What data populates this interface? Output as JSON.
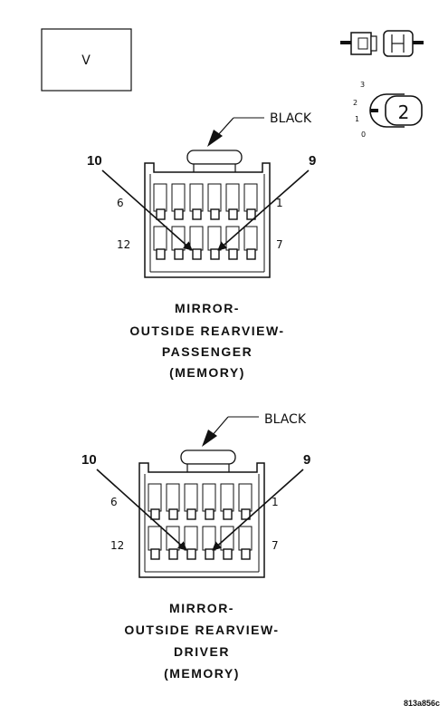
{
  "view_box": {
    "label": "V"
  },
  "legend": {
    "connector_number": "2",
    "scale_marks": [
      "3",
      "2",
      "1",
      "0"
    ]
  },
  "connectors": [
    {
      "color_label": "BLACK",
      "pin_left": "10",
      "pin_right": "9",
      "row_top_left": "6",
      "row_top_right": "1",
      "row_bottom_left": "12",
      "row_bottom_right": "7",
      "title_lines": [
        "MIRROR-",
        "OUTSIDE REARVIEW-",
        "PASSENGER",
        "(MEMORY)"
      ]
    },
    {
      "color_label": "BLACK",
      "pin_left": "10",
      "pin_right": "9",
      "row_top_left": "6",
      "row_top_right": "1",
      "row_bottom_left": "12",
      "row_bottom_right": "7",
      "title_lines": [
        "MIRROR-",
        "OUTSIDE REARVIEW-",
        "DRIVER",
        "(MEMORY)"
      ]
    }
  ],
  "figure_code": "813a856c"
}
